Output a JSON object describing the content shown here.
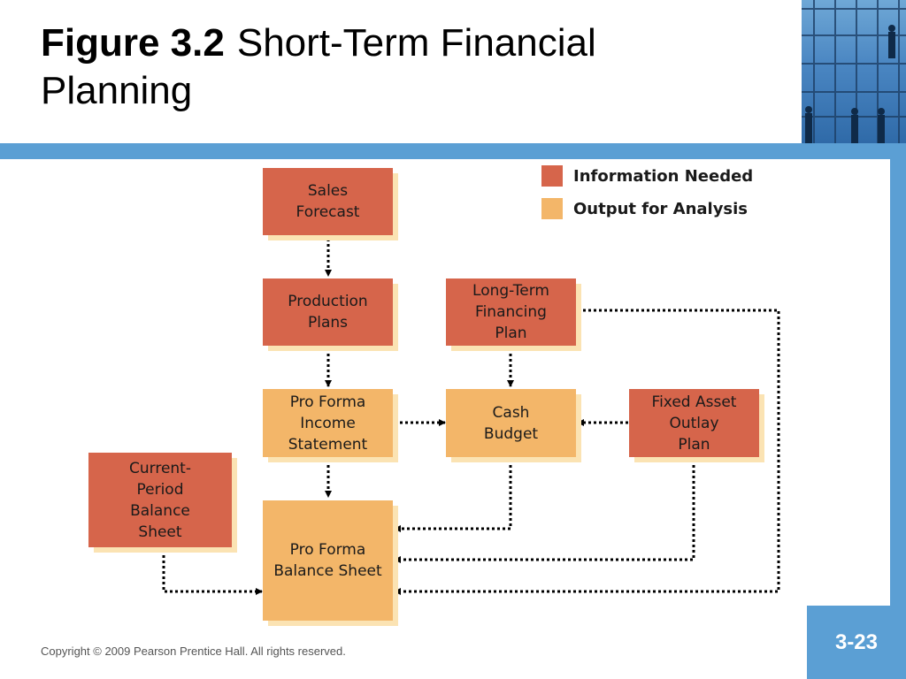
{
  "title": {
    "figure_number": "Figure 3.2",
    "text_line1": "Short-Term Financial",
    "text_line2": "Planning"
  },
  "legend": {
    "information_needed": "Information Needed",
    "output_for_analysis": "Output for Analysis"
  },
  "boxes": {
    "sales_forecast": "Sales\nForecast",
    "production_plans": "Production\nPlans",
    "long_term_financing_plan": "Long-Term\nFinancing\nPlan",
    "pro_forma_income_statement": "Pro Forma\nIncome\nStatement",
    "cash_budget": "Cash\nBudget",
    "fixed_asset_outlay_plan": "Fixed Asset\nOutlay\nPlan",
    "current_period_balance_sheet": "Current-\nPeriod\nBalance\nSheet",
    "pro_forma_balance_sheet": "Pro Forma\nBalance Sheet"
  },
  "colors": {
    "information_needed": "#d6654b",
    "output_for_analysis": "#f3b669",
    "accent_bar": "#5b9fd4"
  },
  "footer": {
    "copyright": "Copyright © 2009 Pearson Prentice Hall. All rights reserved.",
    "page_number": "3-23"
  }
}
